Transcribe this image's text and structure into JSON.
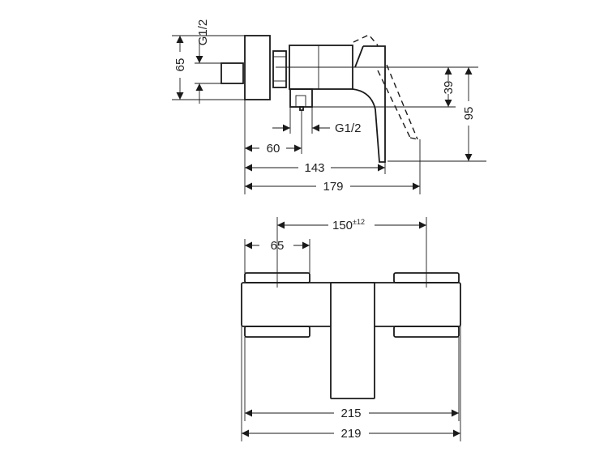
{
  "side_view": {
    "dims": {
      "inlet_thread_vertical": "G1/2",
      "plate_height": "65",
      "outlet_drop": "39",
      "handle_drop": "95",
      "outlet_thread": "G1/2",
      "outlet_offset": "60",
      "handle_projection": "143",
      "total_projection": "179"
    }
  },
  "front_view": {
    "dims": {
      "centers": "150",
      "centers_tolerance": "±12",
      "cap_width": "65",
      "body_width": "215",
      "total_width": "219"
    }
  }
}
